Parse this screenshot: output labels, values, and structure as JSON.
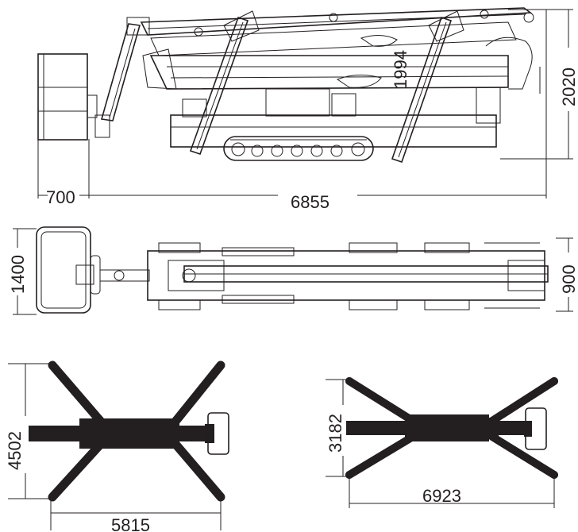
{
  "dimensions": {
    "side_view": {
      "basket_offset": "700",
      "overall_length": "6855",
      "overall_height": "2020",
      "body_height": "1994"
    },
    "top_view": {
      "basket_width": "1400",
      "machine_width": "900"
    },
    "outrigger_wide": {
      "span_width": "4502",
      "span_length": "5815"
    },
    "outrigger_narrow": {
      "span_width": "3182",
      "span_length": "6923"
    }
  }
}
